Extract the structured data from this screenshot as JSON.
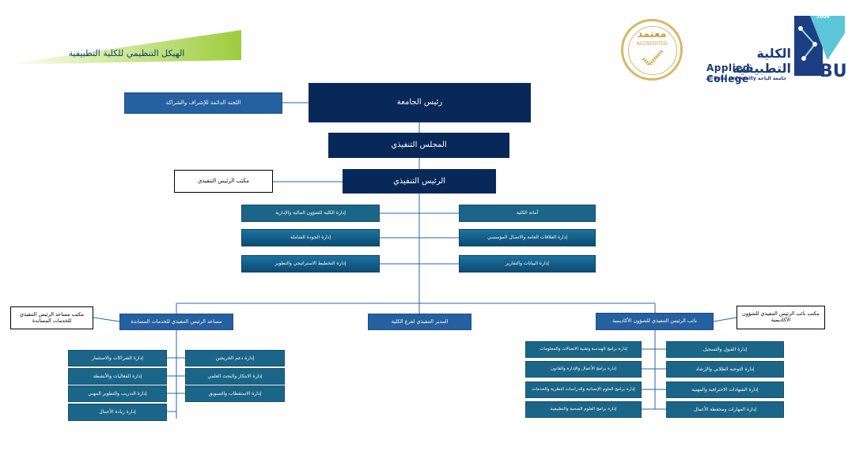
{
  "header": {
    "title": "الهيكل التنظيمي للكلية التطبيقية"
  },
  "logos": {
    "accreditation": {
      "arabic": "معتمد",
      "english": "ACCREDITED"
    },
    "college": {
      "arabic_name": "الكلية التطبيقية",
      "english_name": "Applied College",
      "university": "Al-Baha University جامعة الباحة",
      "year": "2006",
      "mark": "BU"
    }
  },
  "chart": {
    "president": "رئيس الجامعة",
    "standing_committee": "اللجنة الدائمة للإشراف والشراكة",
    "executive_council": "المجلس التنفيذي",
    "executive_president": "الرئيس التنفيذي",
    "executive_president_office": "مكتب الرئيس التنفيذي",
    "left_units": [
      "إدارة الكلية للشؤون المالية والإدارية",
      "إدارة الجودة الشاملة",
      "إدارة التخطيط الاستراتيجي والتطوير"
    ],
    "right_units": [
      "أمانة الكلية",
      "إدارة العلاقات العامة والاتصال المؤسسي",
      "إدارة البيانات والتقارير"
    ],
    "assistant_support": "مساعد الرئيس التنفيذي للخدمات المساندة",
    "assistant_support_office": "مكتب مساعد الرئيس التنفيذي للخدمات المساندة",
    "branch_director": "المدير التنفيذي لفرع الكلية",
    "deputy_academic": "نائب الرئيس التنفيذي للشؤون الأكاديمية",
    "deputy_academic_office": "مكتب نائب الرئيس التنفيذي للشؤون الأكاديمية",
    "support_outer": [
      "إدارة الشراكات والاستثمار",
      "إدارة الفعاليات والأنشطة",
      "إدارة التدريب والتطوير المهني",
      "إدارة ريادة الأعمال"
    ],
    "support_inner": [
      "إدارة دعم الخريجين",
      "إدارة الابتكار والبحث العلمي",
      "إدارة الاستقطاب والتسويق"
    ],
    "academic_inner": [
      "إدارة برامج الهندسة وتقنية الاتصالات والمعلومات",
      "إدارة برامج الأعمال والإدارة والقانون",
      "إدارة برامج العلوم الإنسانية والدراسات النظرية والخدمات",
      "إدارة برامج العلوم الصحية والتطبيقية"
    ],
    "academic_outer": [
      "إدارة القبول والتسجيل",
      "إدارة التوجيه الطلابي والإرشاد",
      "إدارة الشهادات الاحترافية والمهنية",
      "إدارة المهارات ومحفظة الأعمال"
    ]
  }
}
